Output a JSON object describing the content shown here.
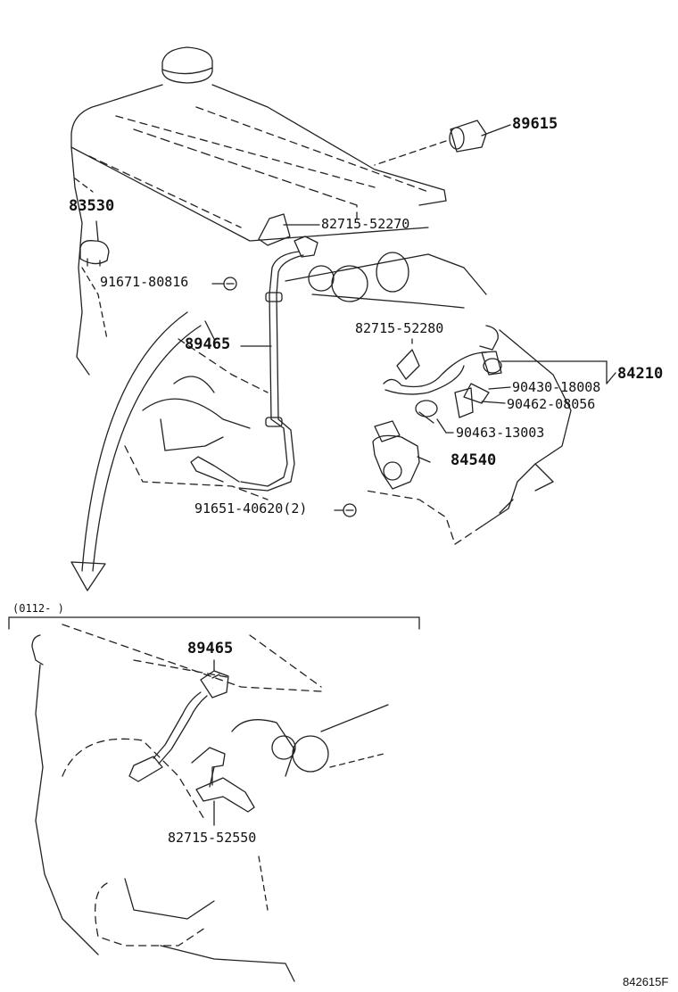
{
  "parts": {
    "p89615": "89615",
    "p83530": "83530",
    "p82715_52270": "82715-52270",
    "p91671_80816": "91671-80816",
    "p89465_top": "89465",
    "p82715_52280": "82715-52280",
    "p84210": "84210",
    "p90430_18008": "90430-18008",
    "p90462_08056": "90462-08056",
    "p90463_13003": "90463-13003",
    "p84540": "84540",
    "p91651_40620": "91651-40620(2)",
    "p89465_bottom": "89465",
    "p82715_52550": "82715-52550"
  },
  "inset": {
    "range_label": "(0112-       )"
  },
  "footer": {
    "figure_code": "842615F"
  }
}
